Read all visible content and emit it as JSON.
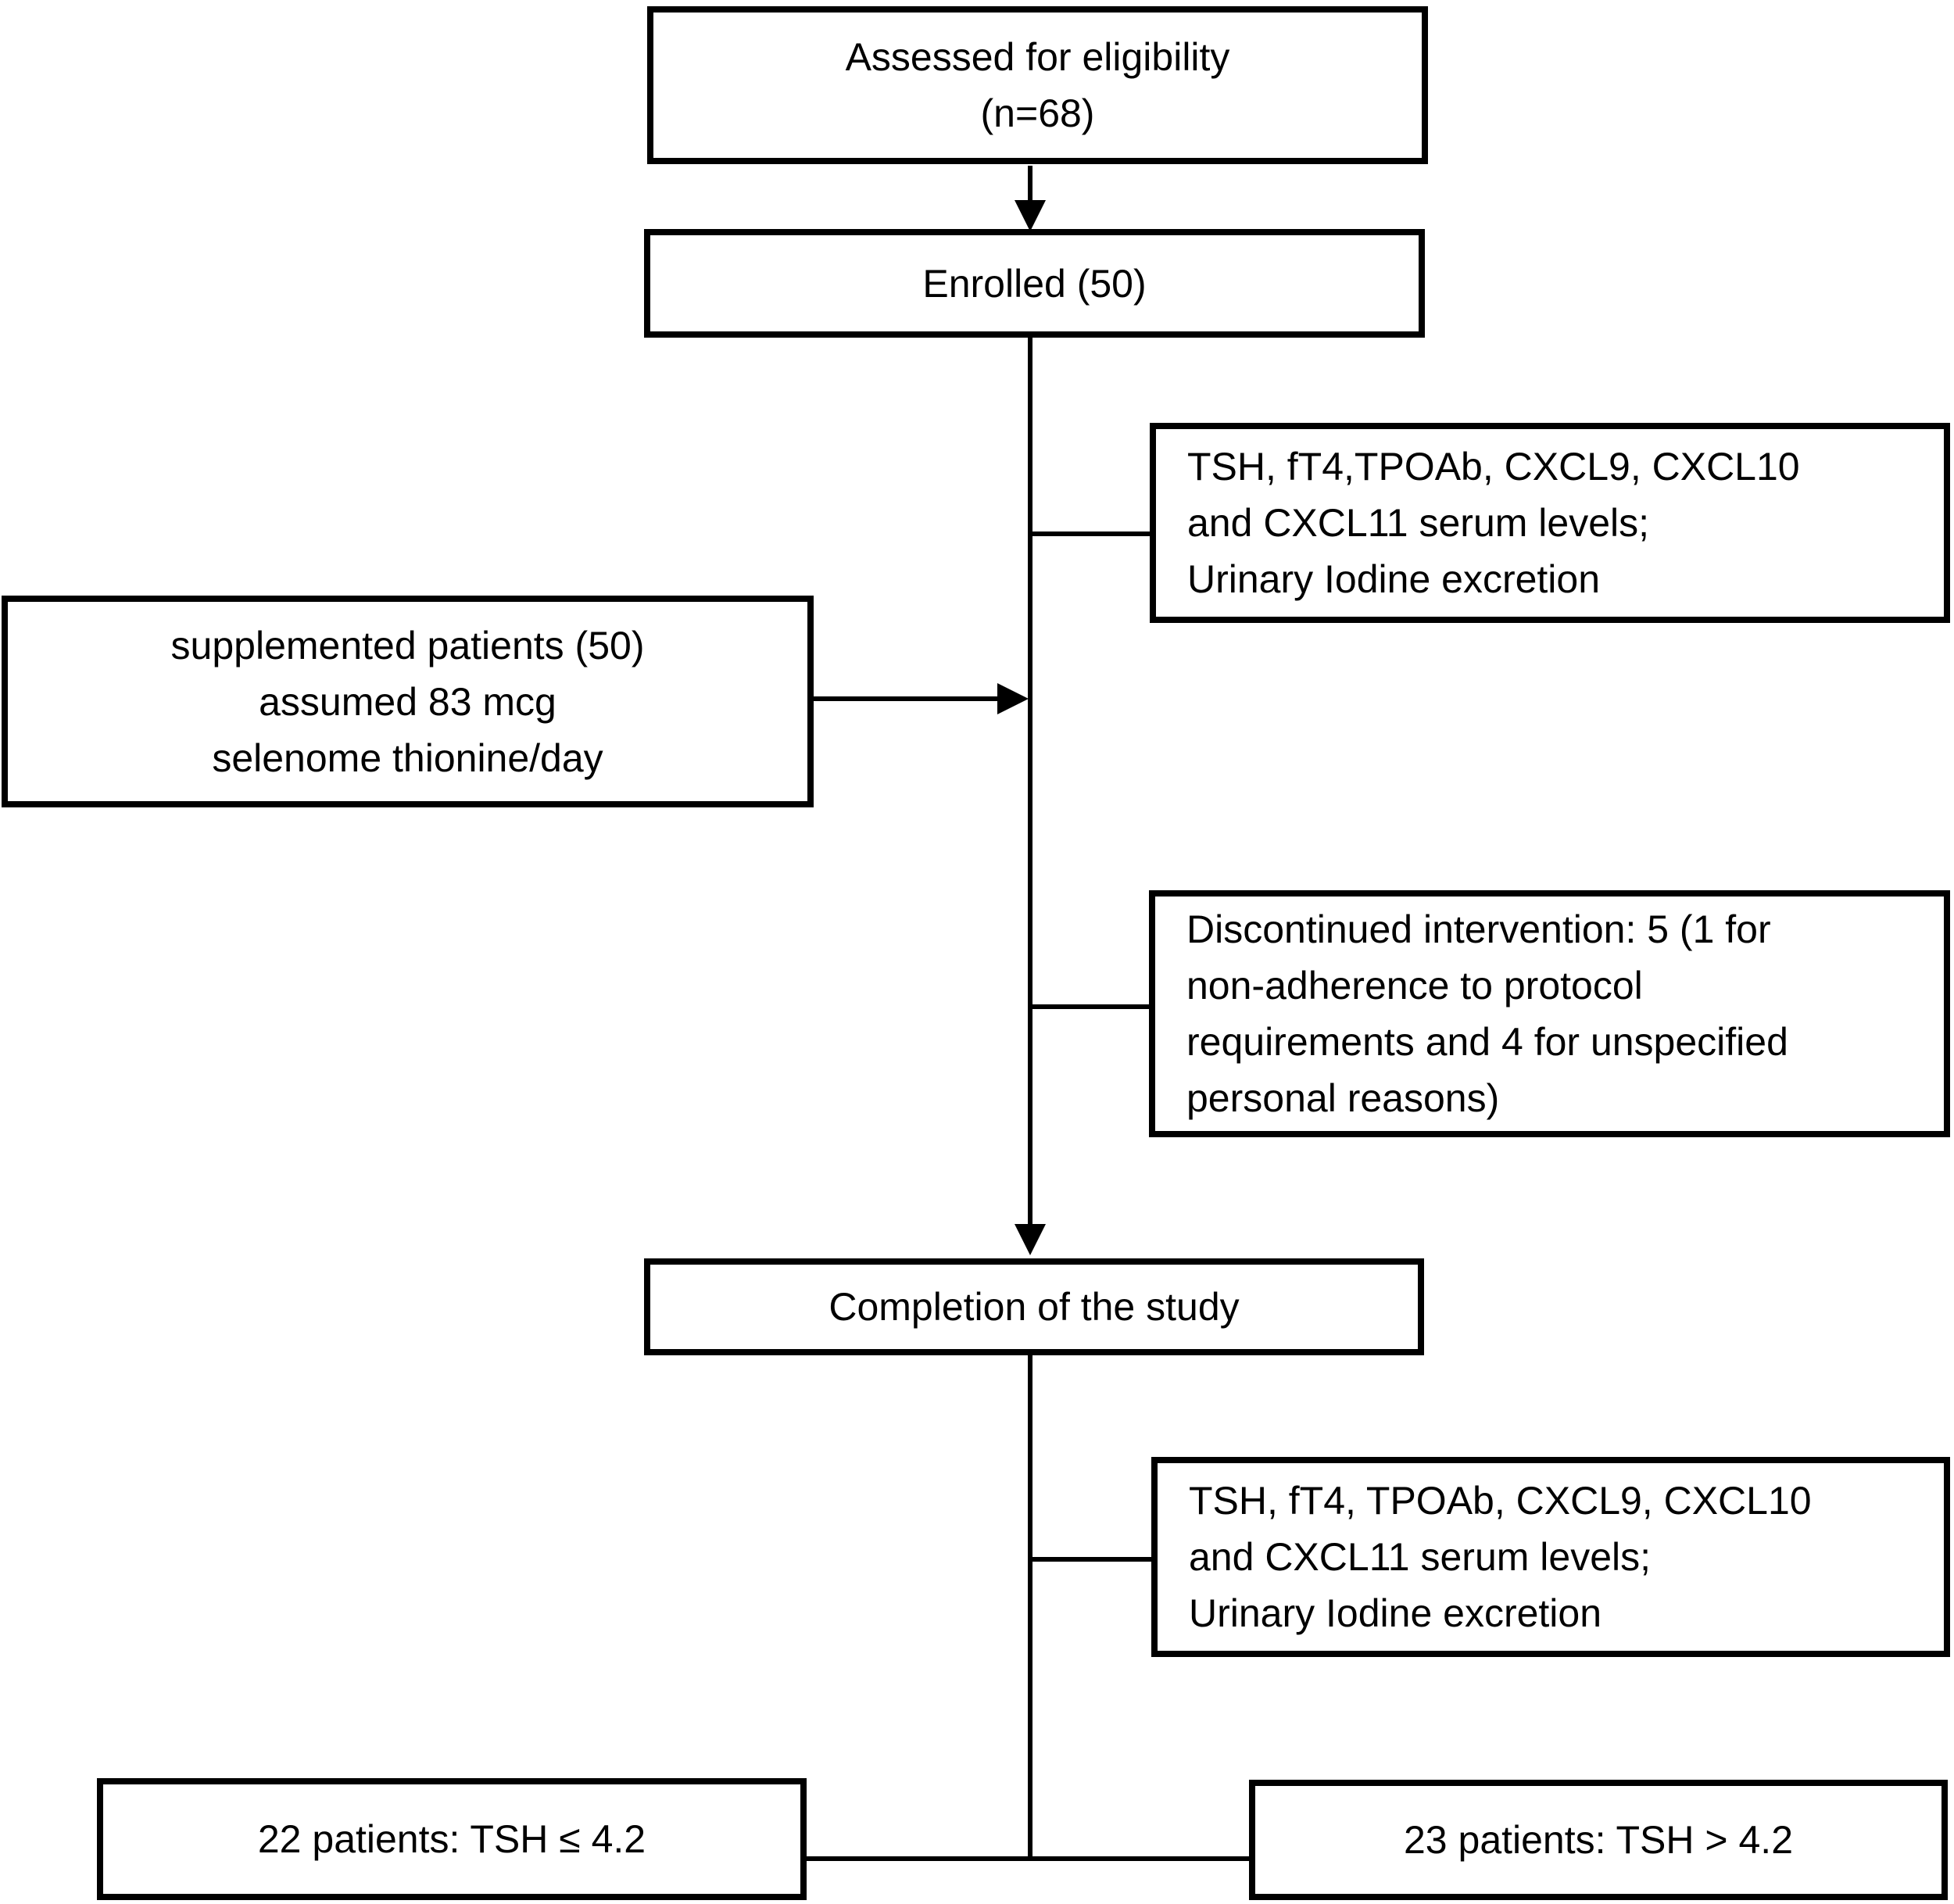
{
  "diagram": {
    "type": "flowchart",
    "boxes": {
      "assessed": {
        "lines": [
          "Assessed for eligibility",
          "(n=68)"
        ]
      },
      "enrolled": {
        "lines": [
          "Enrolled (50)"
        ]
      },
      "baseline_tests": {
        "lines": [
          "TSH, fT4,TPOAb, CXCL9, CXCL10",
          "and CXCL11 serum levels;",
          "Urinary Iodine excretion"
        ]
      },
      "supplemented": {
        "lines": [
          "supplemented patients (50)",
          "assumed 83 mcg",
          "selenome thionine/day"
        ]
      },
      "discontinued": {
        "lines": [
          "Discontinued intervention: 5 (1 for",
          "non-adherence to protocol",
          "requirements and 4 for unspecified",
          "personal reasons)"
        ]
      },
      "completion": {
        "lines": [
          "Completion of the study"
        ]
      },
      "post_tests": {
        "lines": [
          "TSH, fT4, TPOAb, CXCL9, CXCL10",
          "and CXCL11 serum levels;",
          "Urinary Iodine excretion"
        ]
      },
      "tsh_low": {
        "lines": [
          "22 patients: TSH ≤ 4.2"
        ]
      },
      "tsh_high": {
        "lines": [
          "23 patients: TSH > 4.2"
        ]
      }
    },
    "colors": {
      "line": "#000000",
      "box_border": "#000000",
      "text": "#000000",
      "background": "#ffffff"
    }
  }
}
